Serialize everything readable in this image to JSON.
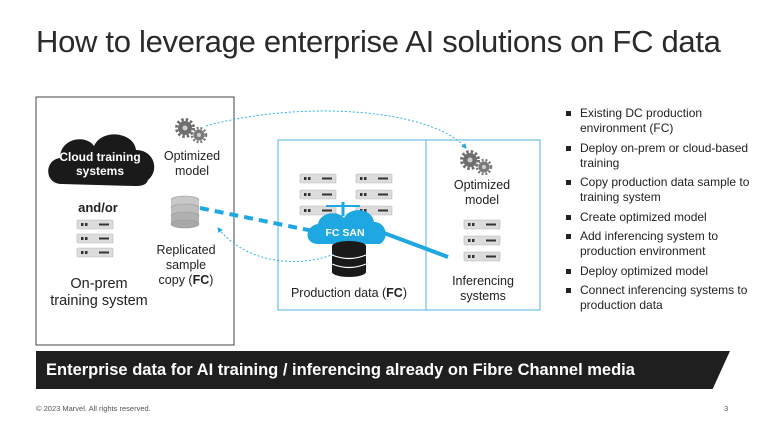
{
  "title": "How to leverage enterprise AI solutions on FC data",
  "diagram": {
    "cloud_label": "Cloud training systems",
    "and_or": "and/or",
    "onprem_label": "On-prem training system",
    "optimized_model_left": "Optimized model",
    "replicated_prefix": "Replicated sample copy (",
    "replicated_bold": "FC",
    "replicated_suffix": ")",
    "fc_san": "FC SAN",
    "production_prefix": "Production data (",
    "production_bold": "FC",
    "production_suffix": ")",
    "optimized_model_right": "Optimized model",
    "inferencing": "Inferencing systems",
    "colors": {
      "accent": "#1ea7e1",
      "dark": "#1f1f1f",
      "box_border": "#4fb4e3"
    }
  },
  "bullets": [
    "Existing DC production environment (FC)",
    "Deploy on-prem or cloud-based training",
    "Copy production data sample to training system",
    "Create optimized model",
    "Add inferencing system to production environment",
    "Deploy optimized model",
    "Connect inferencing systems to production data"
  ],
  "banner": "Enterprise data for AI training / inferencing already on Fibre Channel media",
  "footer": {
    "copyright": "© 2023 Marvel. All rights reserved.",
    "page": "3"
  }
}
